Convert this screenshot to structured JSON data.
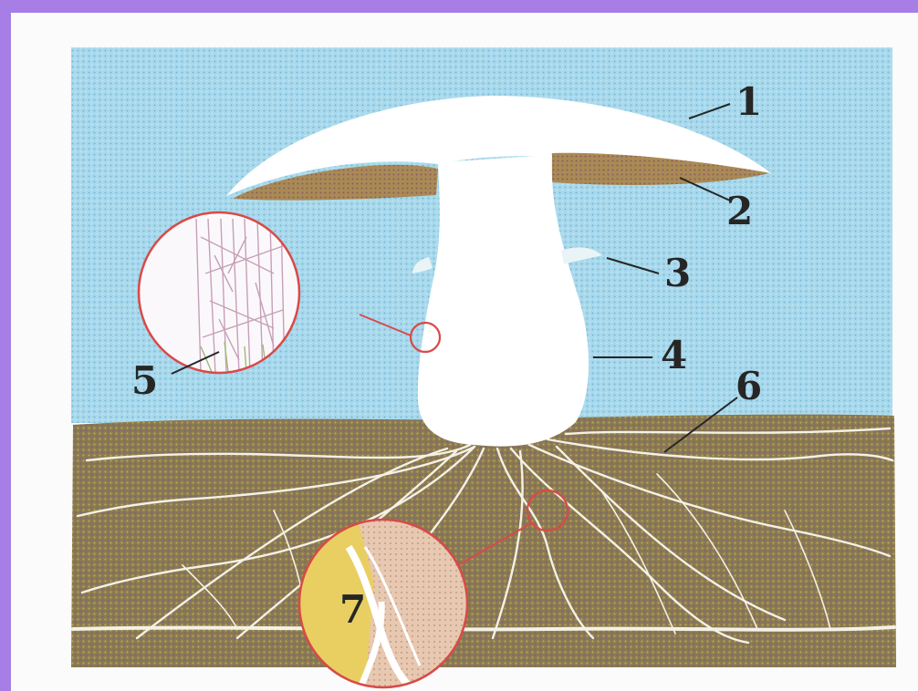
{
  "colors": {
    "frame_border": "#a67ee6",
    "sky": "#a9d9ec",
    "soil": "#8a7a4e",
    "gills": "#a98a55",
    "fungus_body": "#ffffff",
    "callout_outline": "#d84a48"
  },
  "labels": [
    {
      "id": "1",
      "text": "1"
    },
    {
      "id": "2",
      "text": "2"
    },
    {
      "id": "3",
      "text": "3"
    },
    {
      "id": "4",
      "text": "4"
    },
    {
      "id": "5",
      "text": "5"
    },
    {
      "id": "6",
      "text": "6"
    },
    {
      "id": "7",
      "text": "7"
    }
  ]
}
